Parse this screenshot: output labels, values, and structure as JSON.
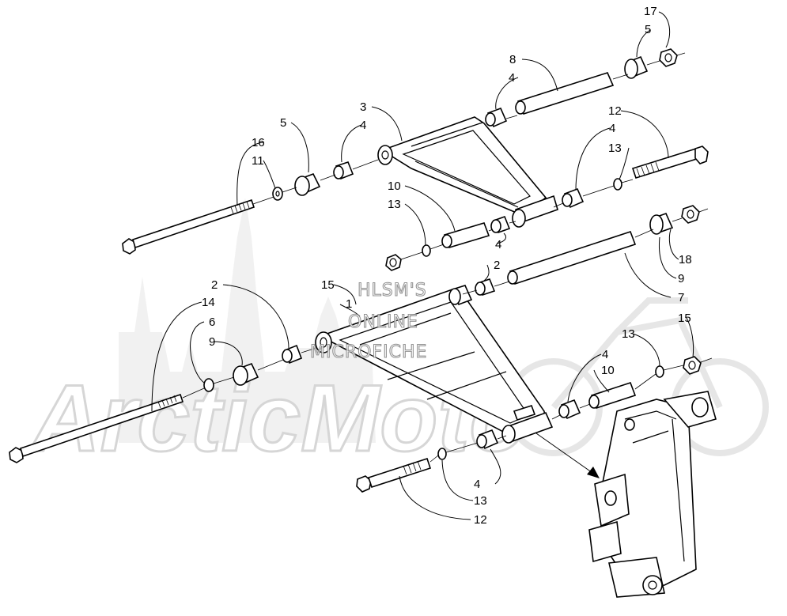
{
  "watermark": {
    "line1": "HLSM'S",
    "line2": "ONLINE",
    "line3": "MICROFICHE",
    "brand": "ArcticMoto"
  },
  "callouts": [
    {
      "id": "c17a",
      "text": "17"
    },
    {
      "id": "c5a",
      "text": "5"
    },
    {
      "id": "c8",
      "text": "8"
    },
    {
      "id": "c4a",
      "text": "4"
    },
    {
      "id": "c3",
      "text": "3"
    },
    {
      "id": "c5b",
      "text": "5"
    },
    {
      "id": "c4b",
      "text": "4"
    },
    {
      "id": "c16",
      "text": "16"
    },
    {
      "id": "c11",
      "text": "11"
    },
    {
      "id": "c12a",
      "text": "12"
    },
    {
      "id": "c4c",
      "text": "4"
    },
    {
      "id": "c13a",
      "text": "13"
    },
    {
      "id": "c10a",
      "text": "10"
    },
    {
      "id": "c13b",
      "text": "13"
    },
    {
      "id": "c4d",
      "text": "4"
    },
    {
      "id": "c18",
      "text": "18"
    },
    {
      "id": "c9a",
      "text": "9"
    },
    {
      "id": "c2a",
      "text": "2"
    },
    {
      "id": "c15a",
      "text": "15"
    },
    {
      "id": "c1",
      "text": "1"
    },
    {
      "id": "c2b",
      "text": "2"
    },
    {
      "id": "c14",
      "text": "14"
    },
    {
      "id": "c6",
      "text": "6"
    },
    {
      "id": "c9b",
      "text": "9"
    },
    {
      "id": "c7",
      "text": "7"
    },
    {
      "id": "c15b",
      "text": "15"
    },
    {
      "id": "c13c",
      "text": "13"
    },
    {
      "id": "c4e",
      "text": "4"
    },
    {
      "id": "c10b",
      "text": "10"
    },
    {
      "id": "c4f",
      "text": "4"
    },
    {
      "id": "c13d",
      "text": "13"
    },
    {
      "id": "c12b",
      "text": "12"
    }
  ]
}
